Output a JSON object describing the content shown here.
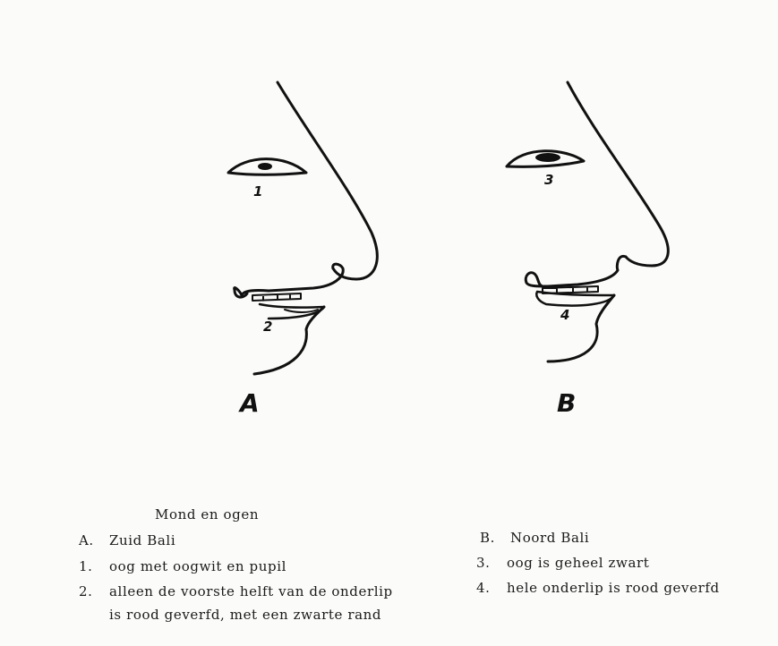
{
  "figure": {
    "panels": [
      {
        "letter": "A",
        "eye_number": "1",
        "mouth_number": "2"
      },
      {
        "letter": "B",
        "eye_number": "3",
        "mouth_number": "4"
      }
    ]
  },
  "caption": {
    "title": "Mond en ogen",
    "left": [
      {
        "num": "A.",
        "text": "Zuid Bali"
      },
      {
        "num": "1.",
        "text": "oog met oogwit en pupil"
      },
      {
        "num": "2.",
        "text": "alleen de voorste helft van de onderlip"
      },
      {
        "num": "",
        "text": "is rood geverfd, met een zwarte rand"
      }
    ],
    "right": [
      {
        "num": "B.",
        "text": "Noord Bali"
      },
      {
        "num": "3.",
        "text": "oog is geheel zwart"
      },
      {
        "num": "4.",
        "text": "hele onderlip is rood geverfd"
      }
    ]
  }
}
